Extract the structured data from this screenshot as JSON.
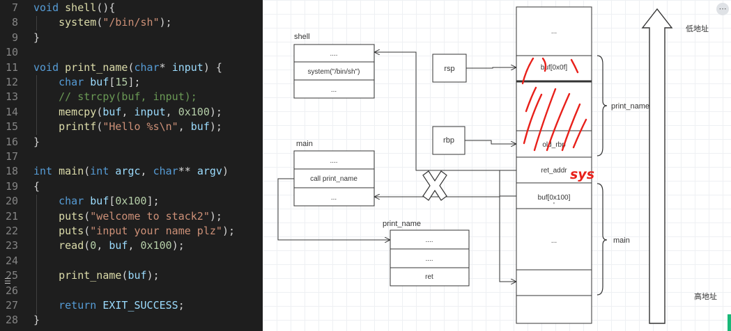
{
  "editor": {
    "line_numbers": [
      "7",
      "8",
      "9",
      "10",
      "11",
      "12",
      "13",
      "14",
      "15",
      "16",
      "17",
      "18",
      "19",
      "20",
      "21",
      "22",
      "23",
      "24",
      "25",
      "26",
      "27",
      "28"
    ]
  },
  "diagram": {
    "shell_frame": {
      "title": "shell",
      "slots": [
        "....",
        "system(\"/bin/sh\")",
        "..."
      ]
    },
    "main_frame": {
      "title": "main",
      "slots": [
        "....",
        "call print_name",
        "..."
      ]
    },
    "print_name_frame": {
      "title": "print_name",
      "slots": [
        "....",
        "....",
        "ret"
      ]
    },
    "rsp_label": "rsp",
    "rbp_label": "rbp",
    "stack_cells": [
      "...",
      "buf[0x0f]",
      "old_rbp",
      "ret_addr",
      "buf[0x100]",
      "..."
    ],
    "brace_print_name": "print_name",
    "brace_main": "main",
    "low_addr": "低地址",
    "high_addr": "高地址",
    "annotation_sys": "sys"
  },
  "colors": {
    "editor_bg": "#1e1e1e",
    "keyword": "#569cd6",
    "function": "#dcdcaa",
    "string": "#ce9178",
    "number": "#b5cea8",
    "comment": "#6a9955",
    "annotation": "#e8201a"
  }
}
